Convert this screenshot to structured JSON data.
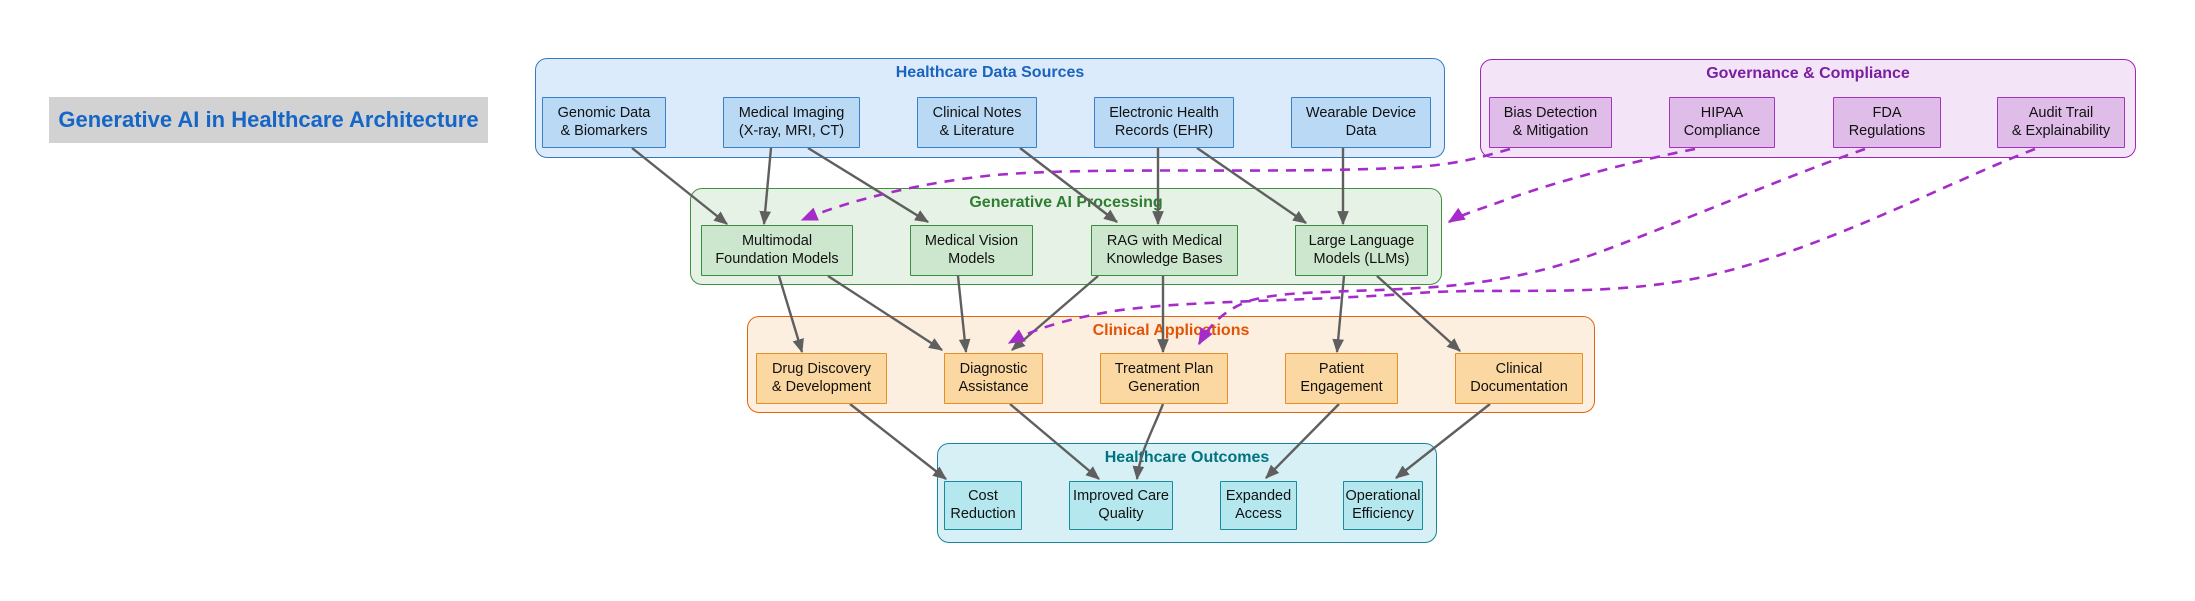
{
  "title": "Generative AI in Healthcare Architecture",
  "palette": {
    "title_bg": "#d2d2d2",
    "title_text": "#1566c6",
    "sources_accent": "#1a64bd",
    "governance_accent": "#7b1fa2",
    "processing_accent": "#2e7d32",
    "applications_accent": "#e25303",
    "outcomes_accent": "#00737f",
    "flow_edge": "#5f5f5f",
    "governance_edge": "#a62cc9"
  },
  "groups": {
    "sources": {
      "title": "Healthcare Data Sources",
      "nodes": [
        "Genomic Data\n& Biomarkers",
        "Medical Imaging\n(X-ray, MRI, CT)",
        "Clinical Notes\n& Literature",
        "Electronic Health\nRecords (EHR)",
        "Wearable Device\nData"
      ]
    },
    "governance": {
      "title": "Governance & Compliance",
      "nodes": [
        "Bias Detection\n& Mitigation",
        "HIPAA\nCompliance",
        "FDA\nRegulations",
        "Audit Trail\n& Explainability"
      ]
    },
    "processing": {
      "title": "Generative AI Processing",
      "nodes": [
        "Multimodal\nFoundation Models",
        "Medical Vision\nModels",
        "RAG with Medical\nKnowledge Bases",
        "Large Language\nModels (LLMs)"
      ]
    },
    "applications": {
      "title": "Clinical Applications",
      "nodes": [
        "Drug Discovery\n& Development",
        "Diagnostic\nAssistance",
        "Treatment Plan\nGeneration",
        "Patient\nEngagement",
        "Clinical\nDocumentation"
      ]
    },
    "outcomes": {
      "title": "Healthcare Outcomes",
      "nodes": [
        "Cost\nReduction",
        "Improved Care\nQuality",
        "Expanded\nAccess",
        "Operational\nEfficiency"
      ]
    }
  },
  "edges": [
    {
      "from": "Genomic Data & Biomarkers",
      "to": "Multimodal Foundation Models",
      "style": "solid"
    },
    {
      "from": "Medical Imaging (X-ray, MRI, CT)",
      "to": "Multimodal Foundation Models",
      "style": "solid"
    },
    {
      "from": "Medical Imaging (X-ray, MRI, CT)",
      "to": "Medical Vision Models",
      "style": "solid"
    },
    {
      "from": "Clinical Notes & Literature",
      "to": "RAG with Medical Knowledge Bases",
      "style": "solid"
    },
    {
      "from": "Electronic Health Records (EHR)",
      "to": "RAG with Medical Knowledge Bases",
      "style": "solid"
    },
    {
      "from": "Electronic Health Records (EHR)",
      "to": "Large Language Models (LLMs)",
      "style": "solid"
    },
    {
      "from": "Wearable Device Data",
      "to": "Large Language Models (LLMs)",
      "style": "solid"
    },
    {
      "from": "Multimodal Foundation Models",
      "to": "Drug Discovery & Development",
      "style": "solid"
    },
    {
      "from": "Multimodal Foundation Models",
      "to": "Diagnostic Assistance",
      "style": "solid"
    },
    {
      "from": "Medical Vision Models",
      "to": "Diagnostic Assistance",
      "style": "solid"
    },
    {
      "from": "RAG with Medical Knowledge Bases",
      "to": "Diagnostic Assistance",
      "style": "solid"
    },
    {
      "from": "RAG with Medical Knowledge Bases",
      "to": "Treatment Plan Generation",
      "style": "solid"
    },
    {
      "from": "Large Language Models (LLMs)",
      "to": "Patient Engagement",
      "style": "solid"
    },
    {
      "from": "Large Language Models (LLMs)",
      "to": "Clinical Documentation",
      "style": "solid"
    },
    {
      "from": "Drug Discovery & Development",
      "to": "Cost Reduction",
      "style": "solid"
    },
    {
      "from": "Diagnostic Assistance",
      "to": "Improved Care Quality",
      "style": "solid"
    },
    {
      "from": "Treatment Plan Generation",
      "to": "Improved Care Quality",
      "style": "solid"
    },
    {
      "from": "Patient Engagement",
      "to": "Expanded Access",
      "style": "solid"
    },
    {
      "from": "Clinical Documentation",
      "to": "Operational Efficiency",
      "style": "solid"
    },
    {
      "from": "Bias Detection & Mitigation",
      "to": "Multimodal Foundation Models",
      "style": "dashed"
    },
    {
      "from": "HIPAA Compliance",
      "to": "Large Language Models (LLMs)",
      "style": "dashed"
    },
    {
      "from": "FDA Regulations",
      "to": "Treatment Plan Generation",
      "style": "dashed"
    },
    {
      "from": "Audit Trail & Explainability",
      "to": "Diagnostic Assistance",
      "style": "dashed"
    }
  ]
}
